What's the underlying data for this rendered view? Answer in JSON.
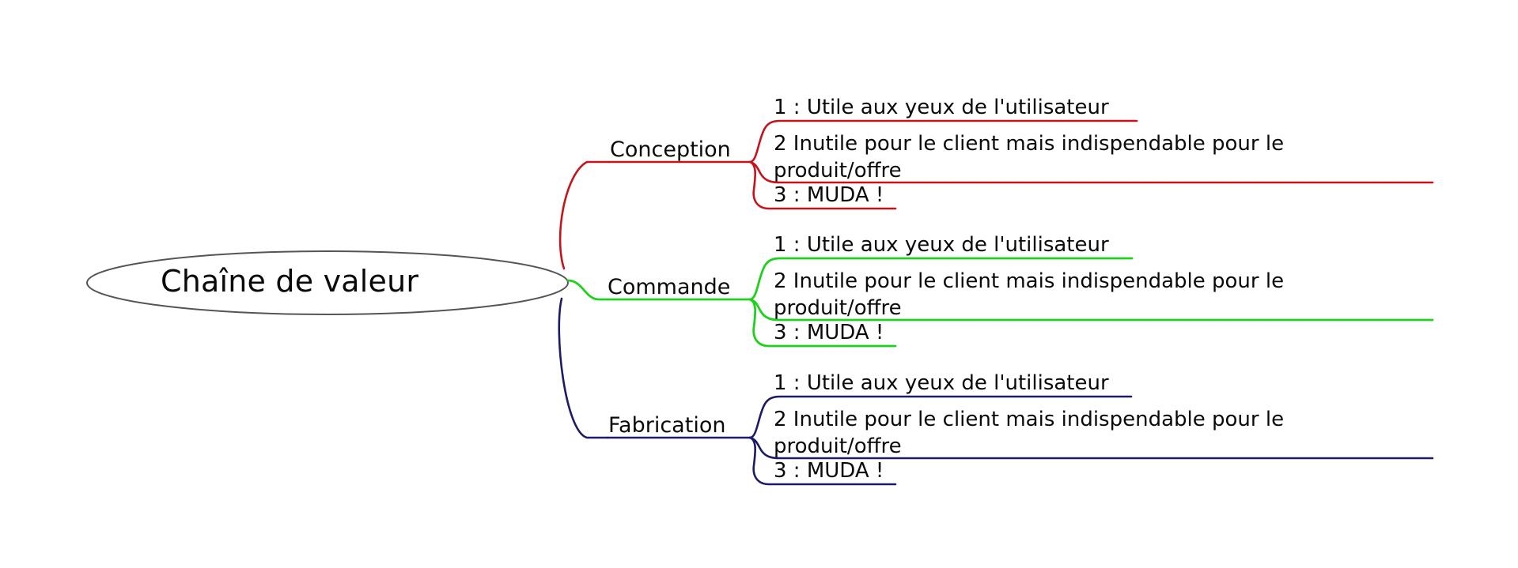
{
  "diagram": {
    "type": "mind-map",
    "title": "Chaîne de valeur",
    "background_color": "#ffffff",
    "root": {
      "label": "Chaîne de valeur",
      "shape": "ellipse",
      "outline_color": "#555555",
      "text_color": "#0a0a0a"
    },
    "branches": [
      {
        "label": "Conception",
        "color": "#c4141b",
        "children": [
          {
            "label": "1 : Utile aux yeux de l'utilisateur"
          },
          {
            "label": "2 Inutile pour le client mais indispendable pour le produit/offre",
            "line1": "2 Inutile pour le client mais indispendable pour le",
            "line2": "produit/offre"
          },
          {
            "label": "3 : MUDA !"
          }
        ]
      },
      {
        "label": "Commande",
        "color": "#1ed11e",
        "children": [
          {
            "label": "1 : Utile aux yeux de l'utilisateur"
          },
          {
            "label": "2 Inutile pour le client mais indispendable pour le produit/offre",
            "line1": "2 Inutile pour le client mais indispendable pour le",
            "line2": "produit/offre"
          },
          {
            "label": "3 : MUDA !"
          }
        ]
      },
      {
        "label": "Fabrication",
        "color": "#1c1c66",
        "children": [
          {
            "label": "1 : Utile aux yeux de l'utilisateur"
          },
          {
            "label": "2 Inutile pour le client mais indispendable pour le produit/offre",
            "line1": "2 Inutile pour le client mais indispendable pour le",
            "line2": "produit/offre"
          },
          {
            "label": "3 : MUDA !"
          }
        ]
      }
    ]
  }
}
